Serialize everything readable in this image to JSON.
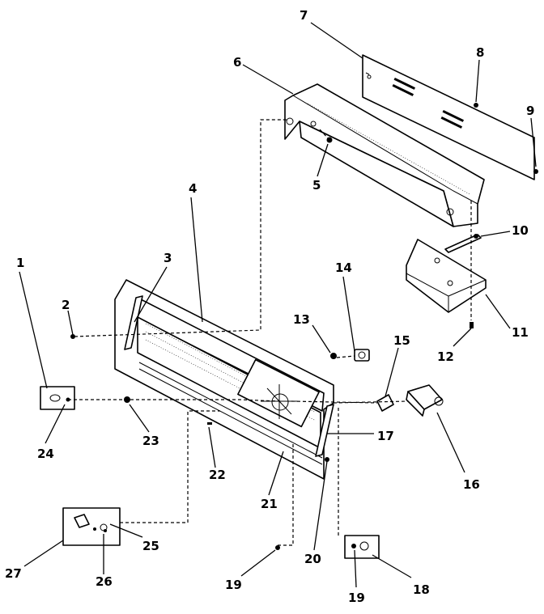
{
  "diagram": {
    "callouts": [
      "1",
      "2",
      "3",
      "4",
      "5",
      "6",
      "7",
      "8",
      "9",
      "10",
      "11",
      "12",
      "13",
      "14",
      "15",
      "16",
      "17",
      "18",
      "19",
      "19",
      "20",
      "21",
      "22",
      "23",
      "24",
      "25",
      "26",
      "27"
    ]
  }
}
